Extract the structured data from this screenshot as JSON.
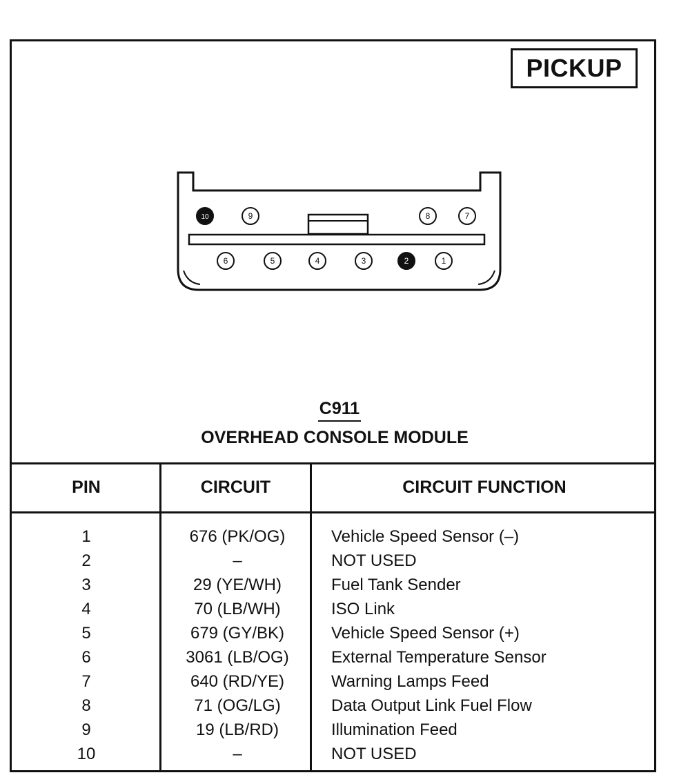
{
  "badge": "PICKUP",
  "connector": {
    "id": "C911",
    "name": "OVERHEAD CONSOLE MODULE",
    "pins_top": [
      {
        "label": "10",
        "filled": true
      },
      {
        "label": "9",
        "filled": false
      },
      {
        "label": "8",
        "filled": false
      },
      {
        "label": "7",
        "filled": false
      }
    ],
    "pins_bottom": [
      {
        "label": "6",
        "filled": false
      },
      {
        "label": "5",
        "filled": false
      },
      {
        "label": "4",
        "filled": false
      },
      {
        "label": "3",
        "filled": false
      },
      {
        "label": "2",
        "filled": true
      },
      {
        "label": "1",
        "filled": false
      }
    ]
  },
  "table": {
    "headers": {
      "pin": "PIN",
      "circuit": "CIRCUIT",
      "function": "CIRCUIT FUNCTION"
    },
    "rows": [
      {
        "pin": "1",
        "circuit": "676 (PK/OG)",
        "function": "Vehicle Speed Sensor (–)"
      },
      {
        "pin": "2",
        "circuit": "–",
        "function": "NOT USED"
      },
      {
        "pin": "3",
        "circuit": "29 (YE/WH)",
        "function": "Fuel Tank Sender"
      },
      {
        "pin": "4",
        "circuit": "70 (LB/WH)",
        "function": "ISO Link"
      },
      {
        "pin": "5",
        "circuit": "679 (GY/BK)",
        "function": "Vehicle Speed Sensor (+)"
      },
      {
        "pin": "6",
        "circuit": "3061 (LB/OG)",
        "function": "External Temperature Sensor"
      },
      {
        "pin": "7",
        "circuit": "640 (RD/YE)",
        "function": "Warning Lamps Feed"
      },
      {
        "pin": "8",
        "circuit": "71 (OG/LG)",
        "function": "Data Output Link Fuel Flow"
      },
      {
        "pin": "9",
        "circuit": "19 (LB/RD)",
        "function": "Illumination Feed"
      },
      {
        "pin": "10",
        "circuit": "–",
        "function": "NOT USED"
      }
    ]
  }
}
